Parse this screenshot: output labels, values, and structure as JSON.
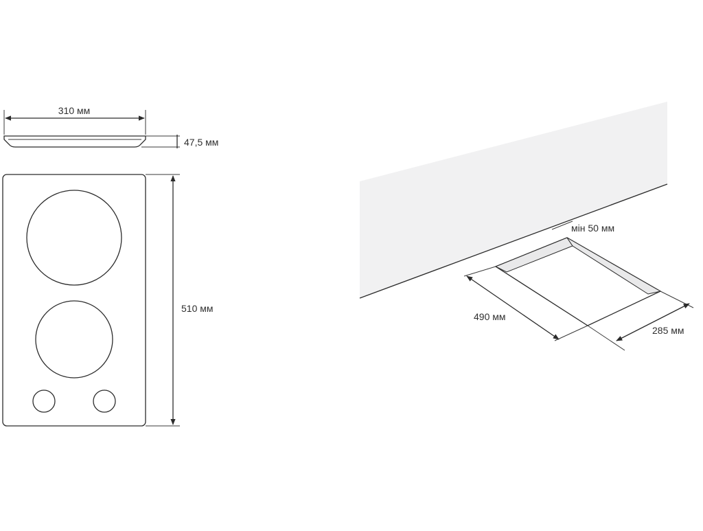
{
  "hob_dimensions": {
    "width_label": "310 мм",
    "thickness_label": "47,5 мм",
    "depth_label": "510 мм"
  },
  "cutout_dimensions": {
    "min_gap_label": "мін 50 мм",
    "depth_label": "490 мм",
    "width_label": "285 мм"
  },
  "colors": {
    "line": "#2b2b2b",
    "wall_fill": "#f1f1f2",
    "cutout_recess": "#e9e9ea"
  }
}
